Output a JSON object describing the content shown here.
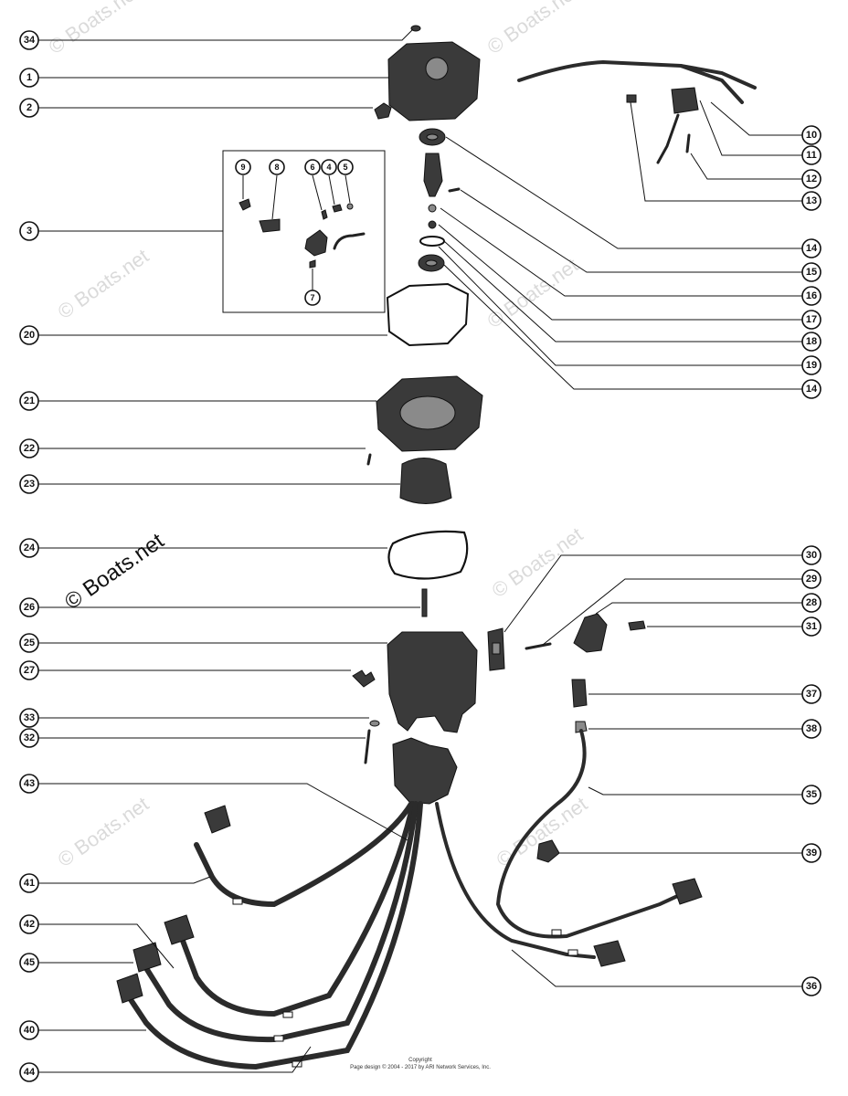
{
  "watermarks": {
    "prominent": "© Boats.net",
    "faded": "© Boats.net"
  },
  "copyright": {
    "line1": "Copyright",
    "line2": "Page design © 2004 - 2017 by ARI Network Services, Inc."
  },
  "callouts": {
    "c1": "1",
    "c2": "2",
    "c3": "3",
    "c4": "4",
    "c5": "5",
    "c6": "6",
    "c7": "7",
    "c8": "8",
    "c9": "9",
    "c10": "10",
    "c11": "11",
    "c12": "12",
    "c13": "13",
    "c14": "14",
    "c14b": "14",
    "c15": "15",
    "c16": "16",
    "c17": "17",
    "c18": "18",
    "c19": "19",
    "c20": "20",
    "c21": "21",
    "c22": "22",
    "c23": "23",
    "c24": "24",
    "c25": "25",
    "c26": "26",
    "c27": "27",
    "c28": "28",
    "c29": "29",
    "c30": "30",
    "c31": "31",
    "c32": "32",
    "c33": "33",
    "c34": "34",
    "c35": "35",
    "c36": "36",
    "c37": "37",
    "c38": "38",
    "c39": "39",
    "c40": "40",
    "c41": "41",
    "c42": "42",
    "c43": "43",
    "c44": "44",
    "c45": "45"
  }
}
